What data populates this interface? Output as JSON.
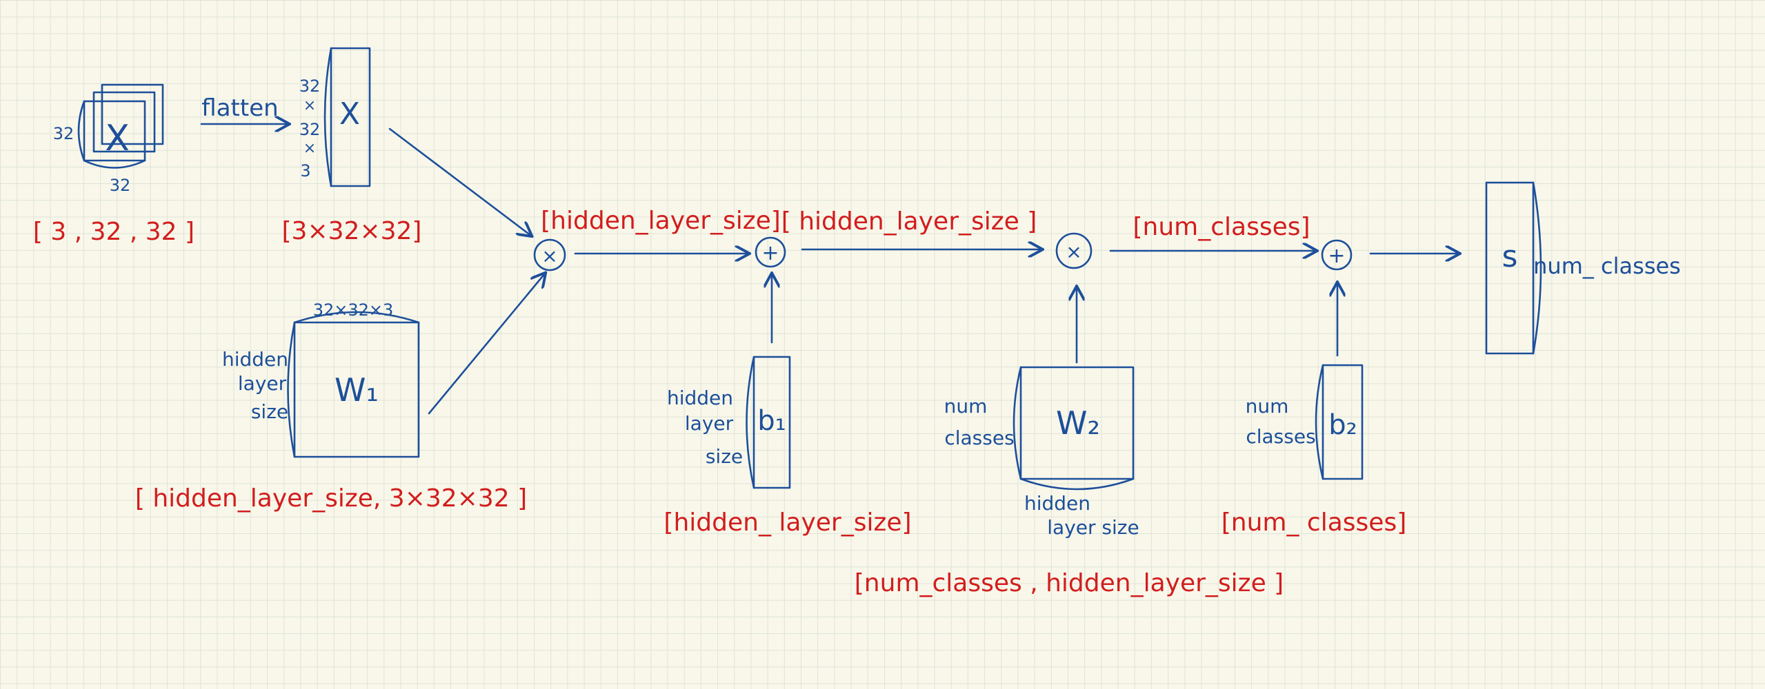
{
  "input": {
    "symbol": "X",
    "height_label": "32",
    "width_label": "32",
    "shape": "[ 3 , 32 , 32 ]"
  },
  "flatten": {
    "label": "flatten",
    "dim_labels": [
      "32",
      "×",
      "32",
      "×",
      "3"
    ],
    "symbol": "X",
    "shape": "[3×32×32]"
  },
  "w1": {
    "symbol": "W₁",
    "top_label": "32×32×3",
    "side_label_lines": [
      "hidden",
      "layer",
      "size"
    ],
    "shape": "[ hidden_layer_size, 3×32×32 ]"
  },
  "mult1": {
    "symbol": "×",
    "output_shape": "[hidden_layer_size]"
  },
  "add1": {
    "symbol": "+",
    "output_shape": "[ hidden_layer_size ]"
  },
  "b1": {
    "symbol": "b₁",
    "side_label_lines": [
      "hidden",
      "layer",
      "size"
    ],
    "shape": "[hidden_ layer_size]"
  },
  "mult2": {
    "symbol": "×",
    "output_shape": "[num_classes]"
  },
  "w2": {
    "symbol": "W₂",
    "side_label_lines": [
      "num",
      "classes"
    ],
    "bottom_label_lines": [
      "hidden",
      "layer size"
    ],
    "shape": "[num_classes , hidden_layer_size ]"
  },
  "add2": {
    "symbol": "+"
  },
  "b2": {
    "symbol": "b₂",
    "side_label_lines": [
      "num",
      "classes"
    ],
    "shape": "[num_ classes]"
  },
  "output": {
    "symbol": "s",
    "side_label": "num_ classes"
  },
  "colors": {
    "ink_blue": "#1d4f9a",
    "ink_red": "#d21d1d",
    "paper": "#f8f7ea",
    "grid": "#dfe3d8"
  }
}
